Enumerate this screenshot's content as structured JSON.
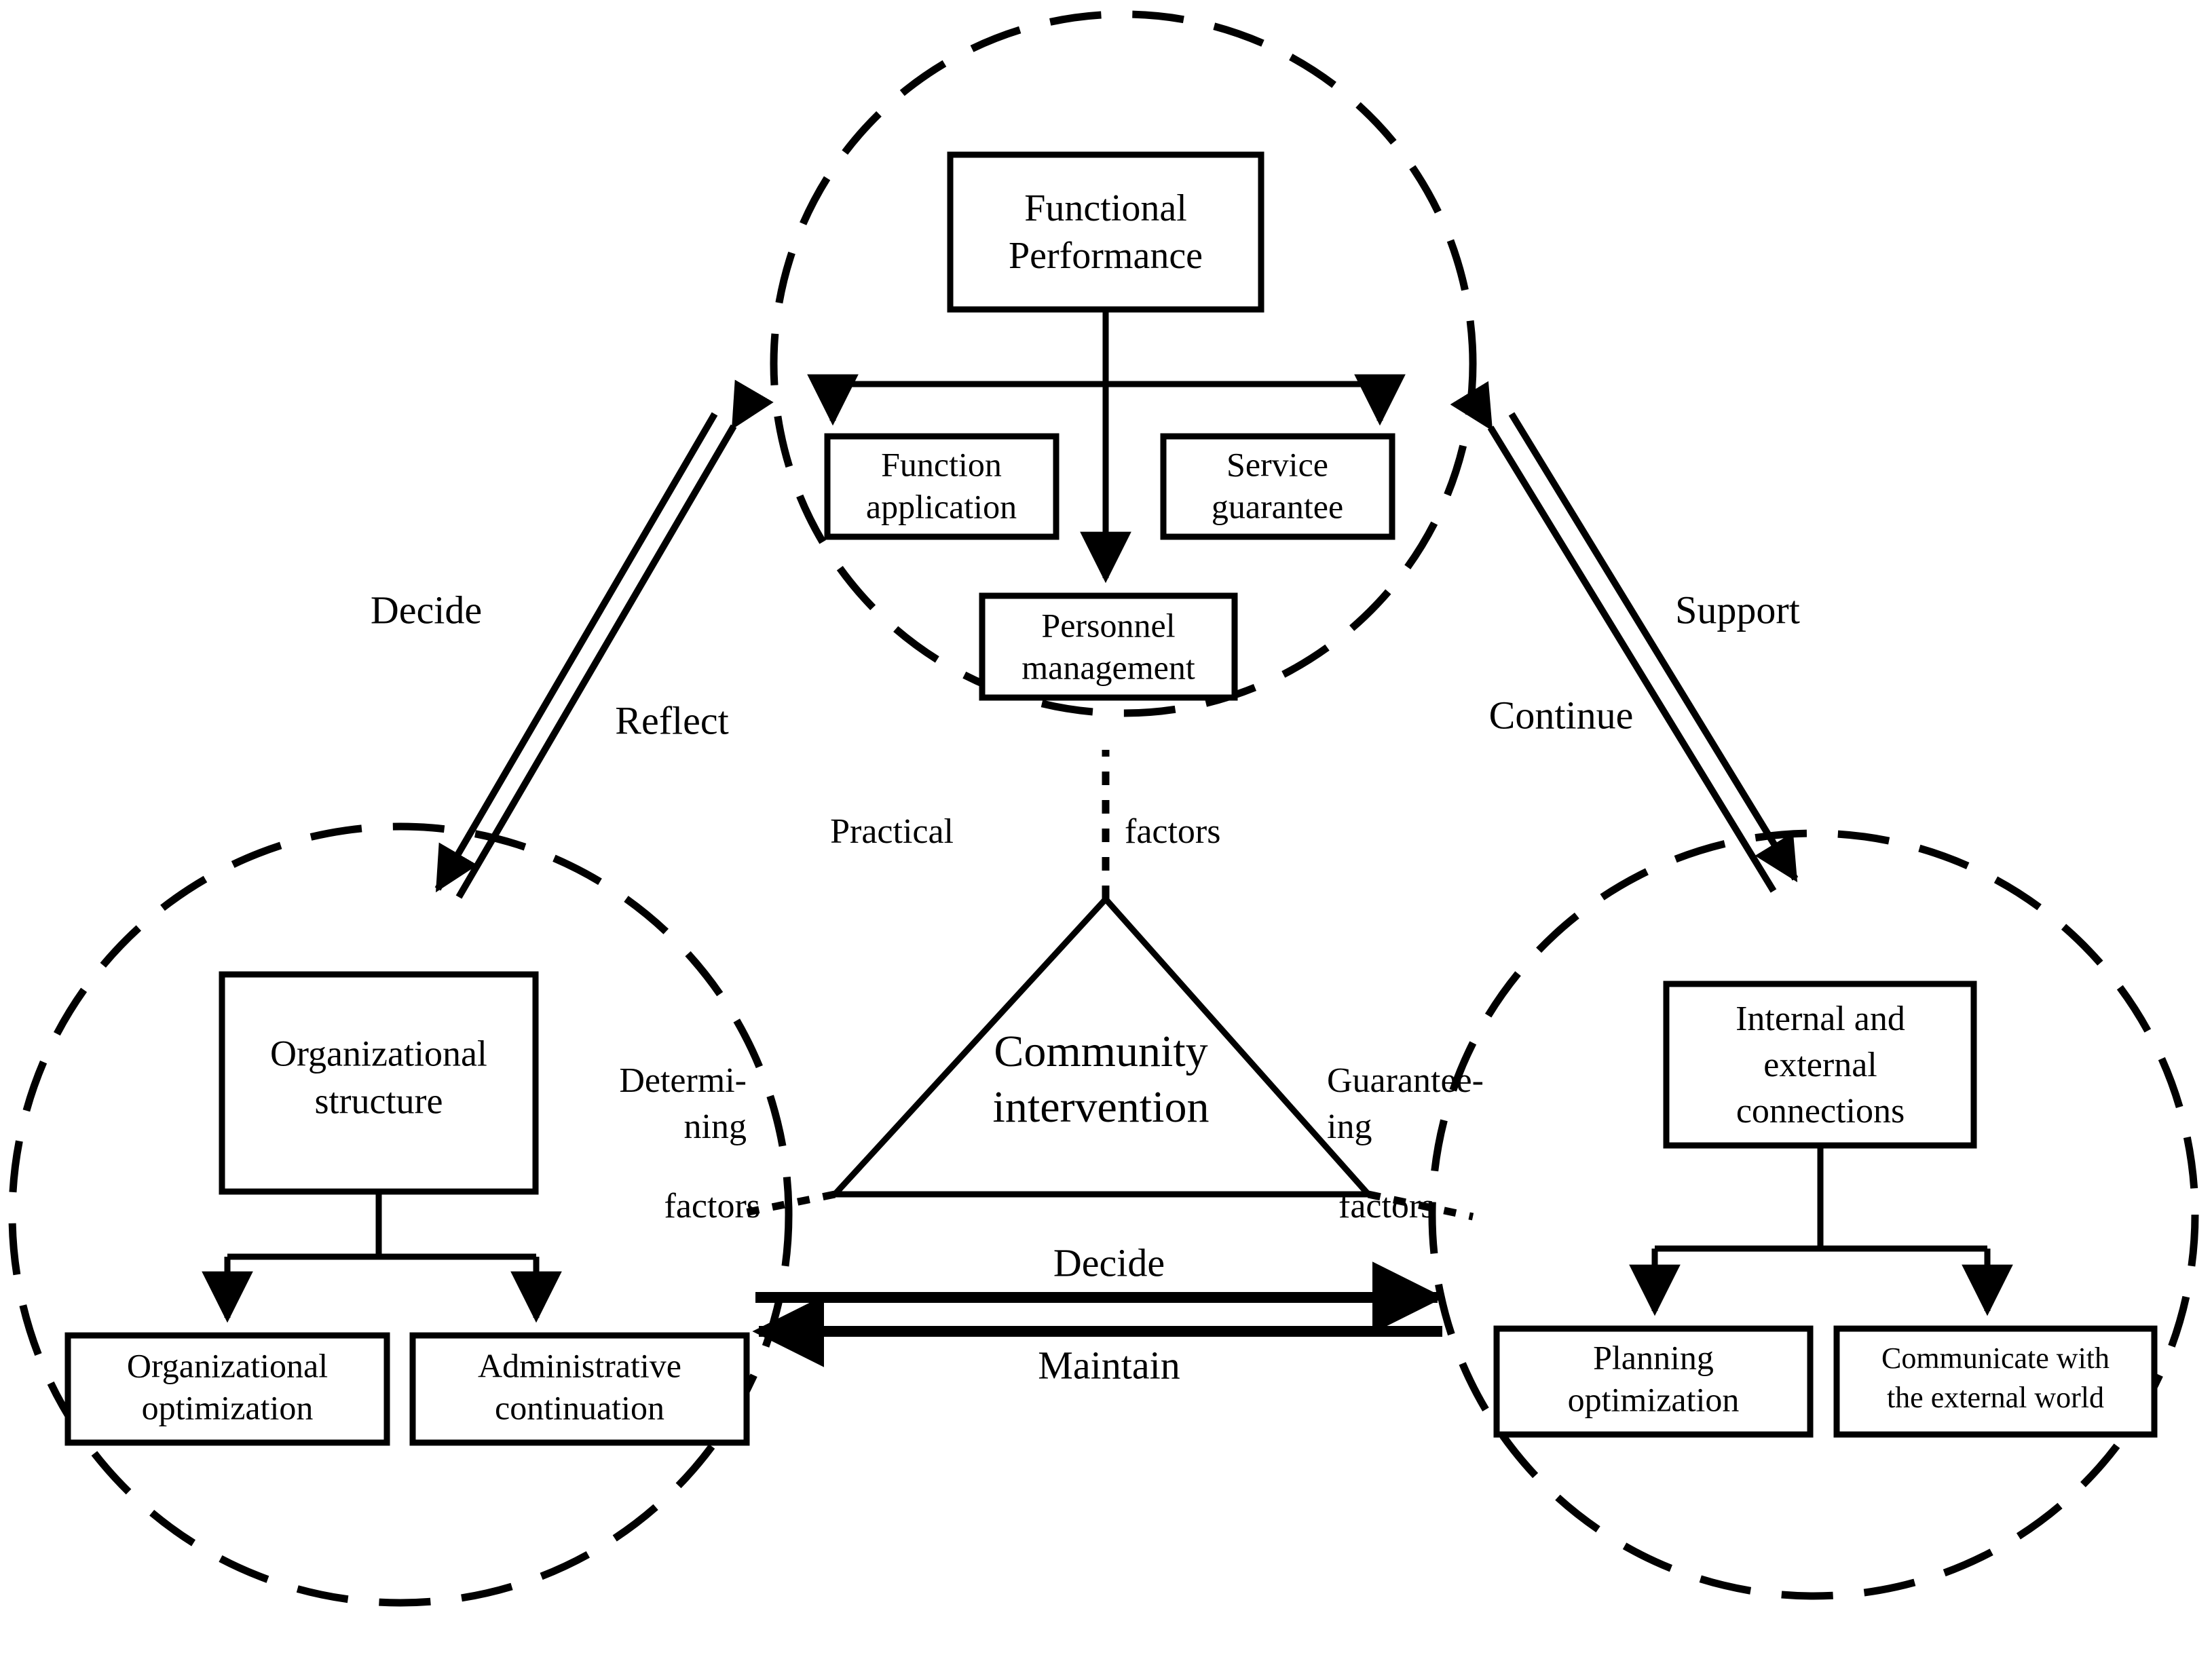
{
  "diagram": {
    "title": "Community intervention framework",
    "stroke_color": "#000000",
    "background_color": "#ffffff",
    "center": {
      "label_line1": "Community",
      "label_line2": "intervention",
      "shape": "triangle"
    },
    "clusters": [
      {
        "id": "top",
        "root": {
          "line1": "Functional",
          "line2": "Performance"
        },
        "children": [
          {
            "line1": "Function",
            "line2": "application"
          },
          {
            "line1": "Service",
            "line2": "guarantee"
          },
          {
            "line1": "Personnel",
            "line2": "management"
          }
        ]
      },
      {
        "id": "left",
        "root": {
          "line1": "Organizational",
          "line2": "structure"
        },
        "children": [
          {
            "line1": "Organizational",
            "line2": "optimization"
          },
          {
            "line1": "Administrative",
            "line2": "continuation"
          }
        ]
      },
      {
        "id": "right",
        "root": {
          "line1": "Internal and",
          "line2": "external",
          "line3": "connections"
        },
        "children": [
          {
            "line1": "Planning",
            "line2": "optimization"
          },
          {
            "line1": "Communicate with",
            "line2": "the external world"
          }
        ]
      }
    ],
    "factor_labels": {
      "top": {
        "part1": "Practical",
        "part2": "factors"
      },
      "left": {
        "part1": "Determi-",
        "part2": "ning",
        "part3": "factors"
      },
      "right": {
        "part1": "Guarantee-",
        "part2": "ing",
        "part3": "factors"
      }
    },
    "connector_labels": {
      "top_left_outer": "Decide",
      "top_left_inner": "Reflect",
      "top_right_outer": "Support",
      "top_right_inner": "Continue",
      "bottom_upper": "Decide",
      "bottom_lower": "Maintain"
    }
  }
}
